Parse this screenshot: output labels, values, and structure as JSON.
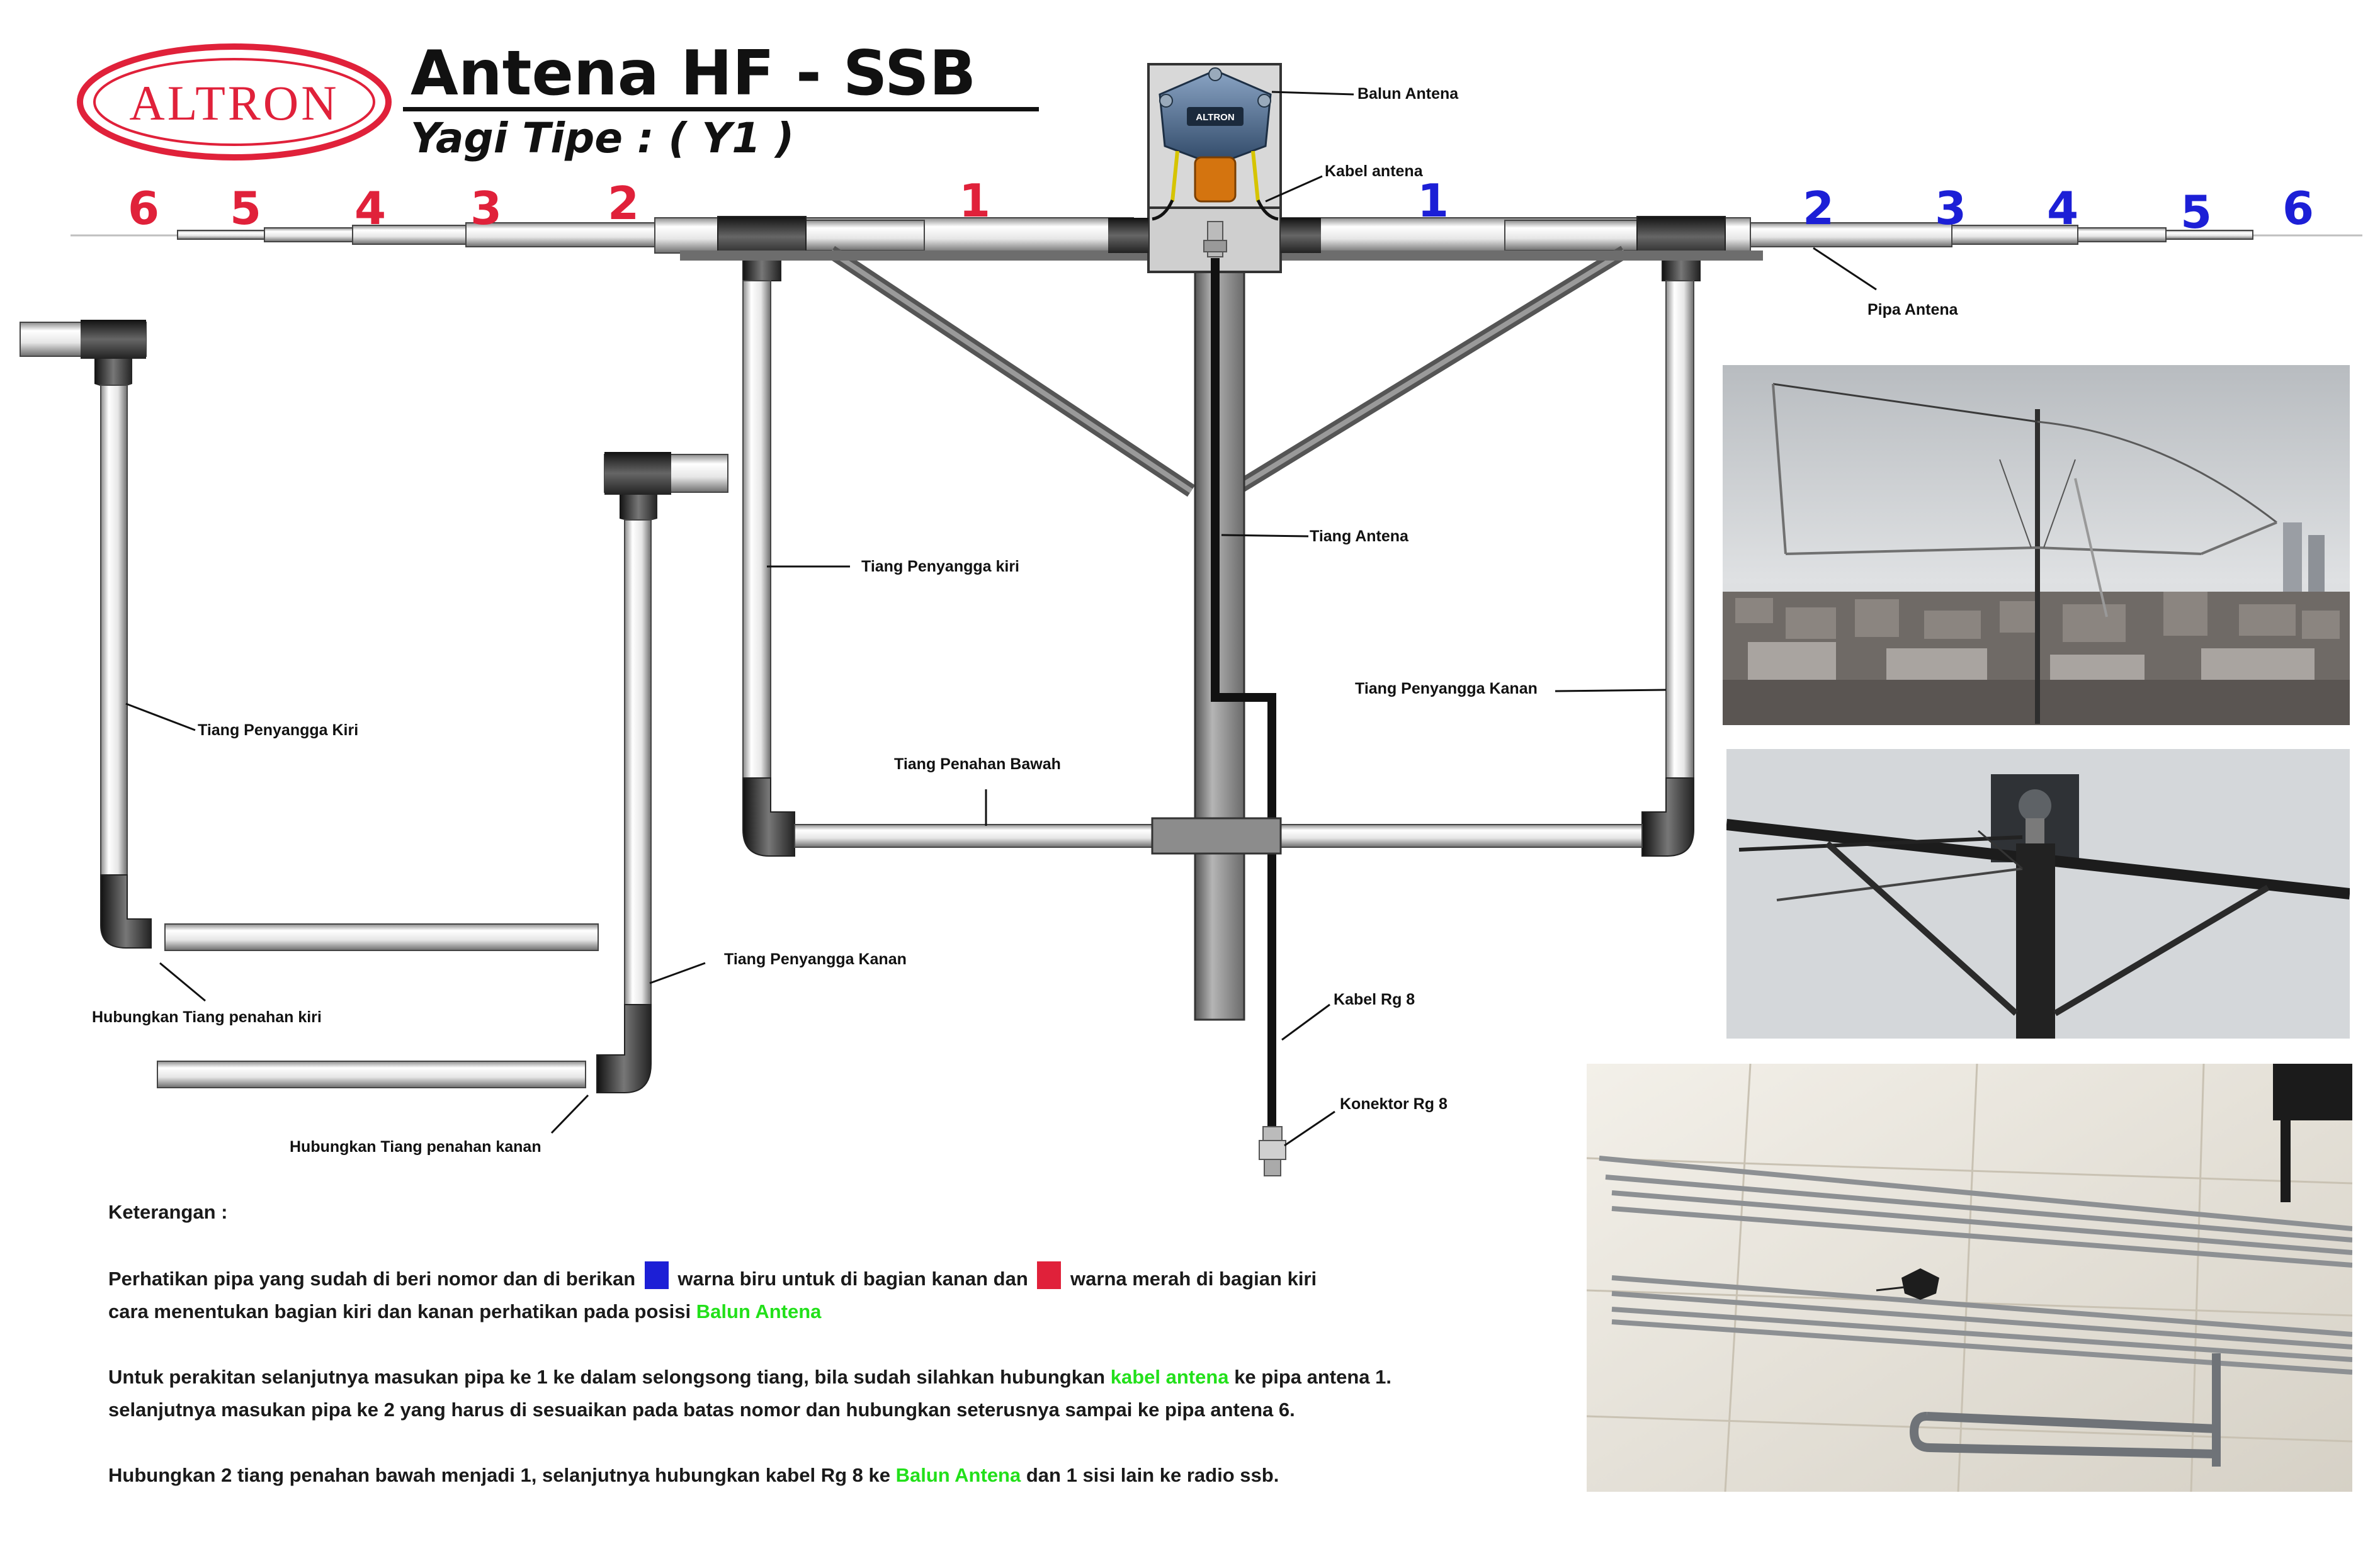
{
  "brand": {
    "logo_text": "ALTRON",
    "balun_label": "ALTRON"
  },
  "title": {
    "main": "Antena HF - SSB",
    "sub": "Yagi  Tipe : ( Y1 )"
  },
  "elements": {
    "left": [
      "6",
      "5",
      "4",
      "3",
      "2",
      "1"
    ],
    "right": [
      "1",
      "2",
      "3",
      "4",
      "5",
      "6"
    ]
  },
  "labels": {
    "balun": "Balun Antena",
    "kabel_antena": "Kabel antena",
    "pipa_antena": "Pipa Antena",
    "tiang_antena": "Tiang Antena",
    "tiang_kiri_main": "Tiang Penyangga kiri",
    "tiang_kanan_main": "Tiang Penyangga Kanan",
    "tiang_penahan_bawah": "Tiang Penahan Bawah",
    "kabel_rg8": "Kabel Rg 8",
    "konektor_rg8": "Konektor Rg 8",
    "tiang_kiri_side": "Tiang Penyangga Kiri",
    "tiang_kanan_side": "Tiang Penyangga Kanan",
    "hubung_kiri": "Hubungkan Tiang penahan kiri",
    "hubung_kanan": "Hubungkan Tiang penahan kanan"
  },
  "notes": {
    "heading": "Keterangan :",
    "p1_a": "Perhatikan pipa yang sudah di beri nomor dan di berikan",
    "p1_b": "warna biru untuk di bagian kanan dan",
    "p1_c": "warna merah di bagian kiri",
    "p1_d": "cara menentukan bagian kiri dan kanan perhatikan pada posisi",
    "p1_e": "Balun Antena",
    "p2_a": "Untuk perakitan selanjutnya masukan pipa ke 1 ke dalam selongsong tiang, bila sudah silahkan hubungkan",
    "p2_b": "kabel antena",
    "p2_c": "ke pipa antena 1.",
    "p2_d": "selanjutnya masukan pipa ke 2 yang harus di sesuaikan pada batas nomor  dan hubungkan  seterusnya sampai ke pipa antena 6.",
    "p3_a": "Hubungkan 2 tiang penahan bawah menjadi 1,  selanjutnya hubungkan kabel Rg 8 ke",
    "p3_b": "Balun Antena",
    "p3_c": "dan 1 sisi lain ke radio ssb."
  },
  "colors": {
    "left_numbers": "#e0213a",
    "right_numbers": "#1c1fd6",
    "highlight": "#22e01a",
    "logo": "#e0213a"
  }
}
